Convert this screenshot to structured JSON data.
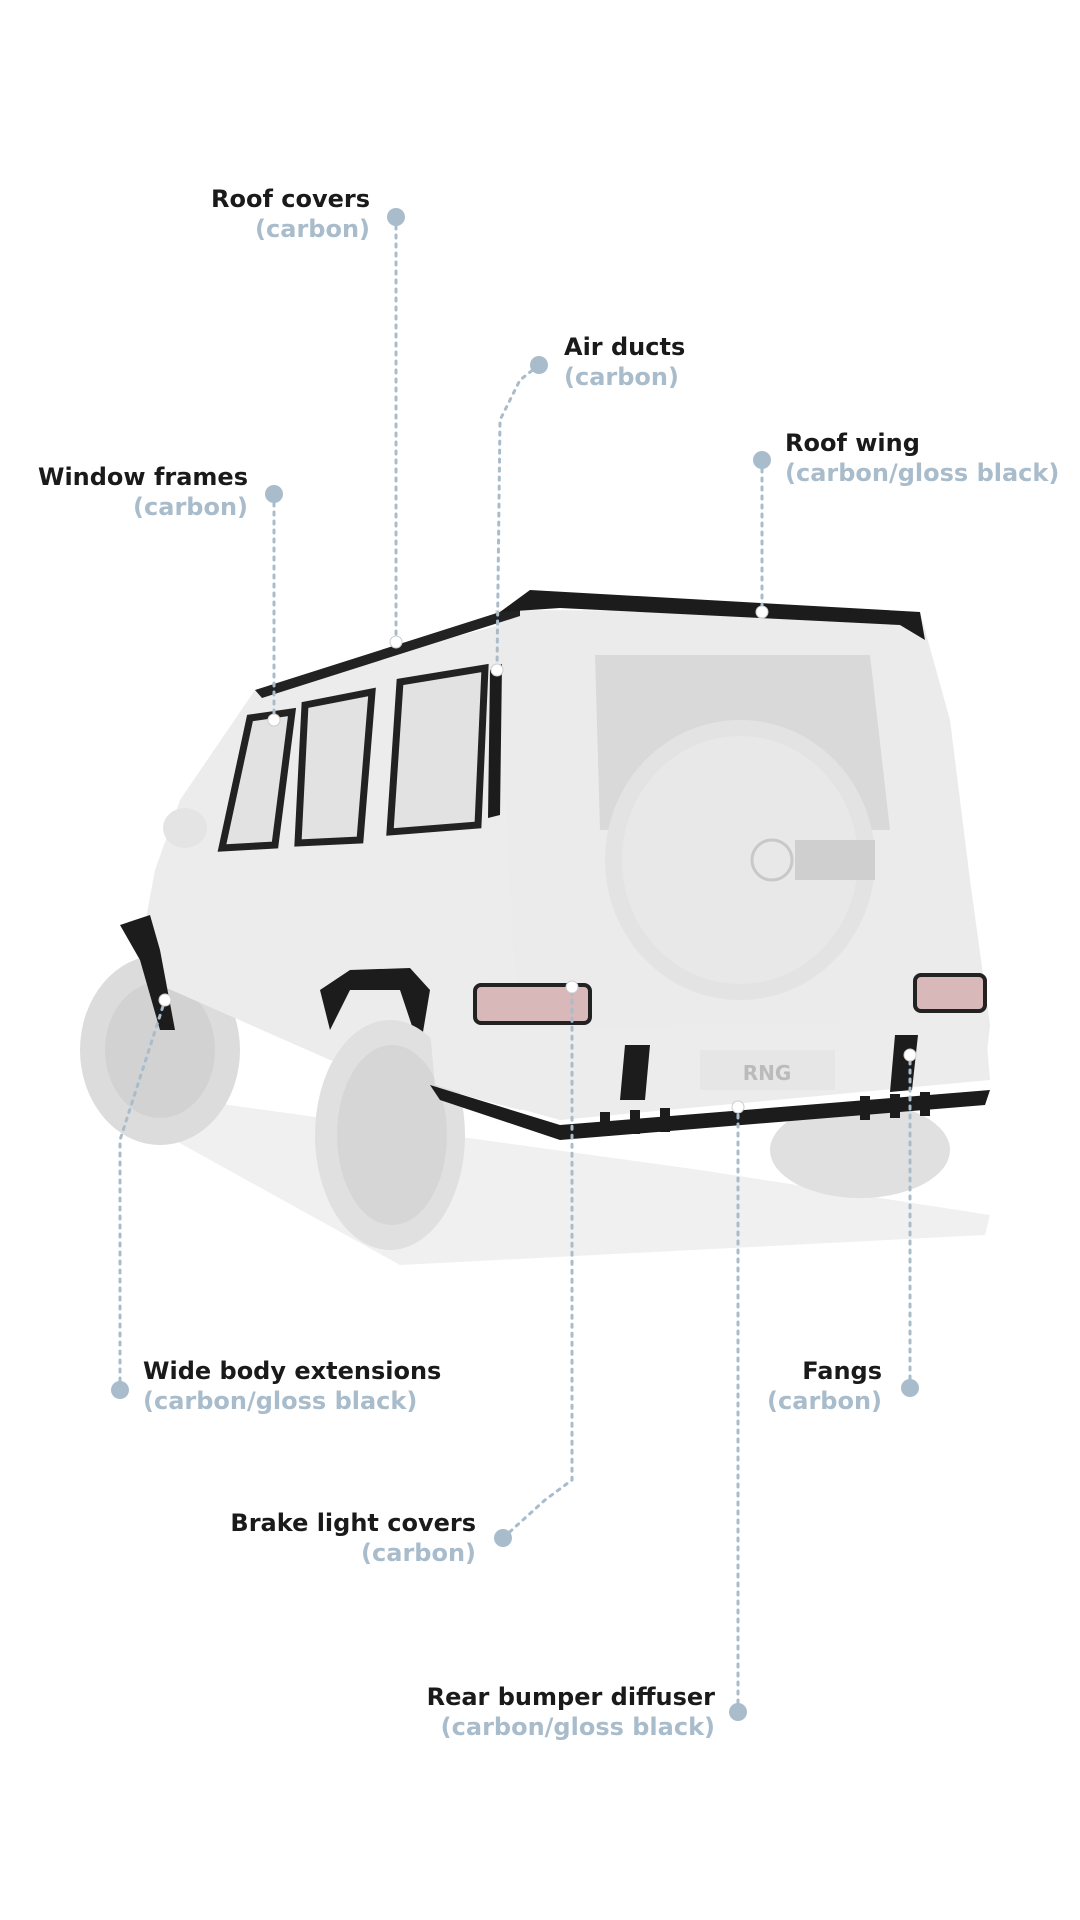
{
  "colors": {
    "leader": "#a9bccb",
    "subtitle": "#a9bccb",
    "title": "#1a1a1a",
    "body": "#eeeeee",
    "carbon": "#1c1c1c"
  },
  "logo_text": "RNG",
  "callouts": [
    {
      "id": "roof-covers",
      "title": "Roof covers",
      "material": "(carbon)"
    },
    {
      "id": "air-ducts",
      "title": "Air ducts",
      "material": "(carbon)"
    },
    {
      "id": "roof-wing",
      "title": "Roof wing",
      "material": "(carbon/gloss black)"
    },
    {
      "id": "window-frames",
      "title": "Window frames",
      "material": "(carbon)"
    },
    {
      "id": "wide-body-extensions",
      "title": "Wide body extensions",
      "material": "(carbon/gloss black)"
    },
    {
      "id": "fangs",
      "title": "Fangs",
      "material": "(carbon)"
    },
    {
      "id": "brake-light-covers",
      "title": "Brake light covers",
      "material": "(carbon)"
    },
    {
      "id": "rear-bumper-diffuser",
      "title": "Rear bumper diffuser",
      "material": "(carbon/gloss black)"
    }
  ]
}
